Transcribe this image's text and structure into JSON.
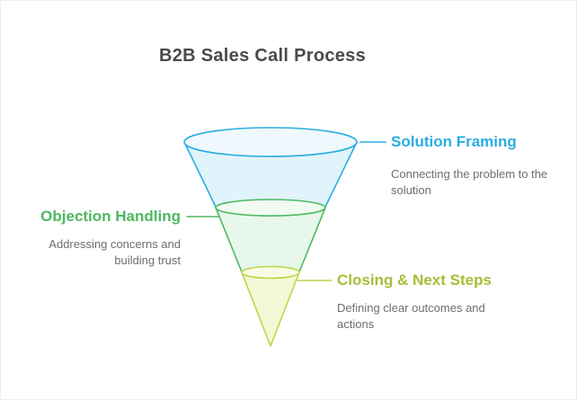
{
  "title": "B2B Sales Call Process",
  "colors": {
    "title": "#4a4a4a",
    "description": "#6e6e6e",
    "background": "#ffffff"
  },
  "stages": [
    {
      "label": "Solution Framing",
      "description": "Connecting the problem to the solution",
      "side": "right",
      "color": "#2aade3",
      "label_color": "#2aade3",
      "fill": "#e1f3fb",
      "rim_fill": "#eff9fd"
    },
    {
      "label": "Objection Handling",
      "description": "Addressing concerns and building trust",
      "side": "left",
      "color": "#4db860",
      "label_color": "#4db860",
      "fill": "#e8f7eb",
      "rim_fill": "#f1fbf2"
    },
    {
      "label": "Closing & Next Steps",
      "description": "Defining clear outcomes and actions",
      "side": "right",
      "color": "#c2d44b",
      "label_color": "#a9bc37",
      "fill": "#f3f8d7",
      "rim_fill": "#f9fce5"
    }
  ]
}
